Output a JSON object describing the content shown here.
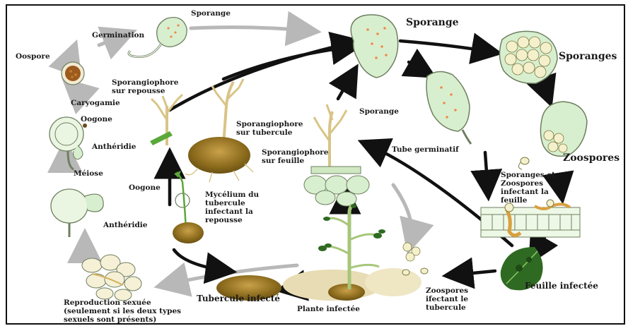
{
  "labels": {
    "sporange_top": "Sporange",
    "germination": "Germination",
    "oospore": "Oospore",
    "caryogamie": "Caryogamie",
    "oogone_1": "Oogone",
    "antheridie_1": "Anthéridie",
    "meiose": "Méiose",
    "oogone_2": "Oogone",
    "antheridie_2": "Anthéridie",
    "reproduction": "Reproduction sexuée\n(seulement si les deux types\nsexuels sont présents)",
    "sporangiophore_repousse": "Sporangiophore\nsur repousse",
    "sporangiophore_tubercule": "Sporangiophore\nsur tubercule",
    "mycelium": "Mycélium du\ntubercule\ninfectant la\nrepousse",
    "tubercule_infecte": "Tubercule infecté",
    "sporange_main": "Sporange",
    "sporange_mid": "Sporange",
    "sporangiophore_feuille": "Sporangiophore\nsur feuille",
    "plante_infectee": "Plante infectée",
    "zoospores_tubercule": "Zoospores\nifectant le\ntubercule",
    "tube_germinatif": "Tube germinatif",
    "sporanges": "Sporanges",
    "zoospores": "Zoospores",
    "sporanges_zoospores": "Sporanges et\nZoospores\ninfectant la\nfeuille",
    "feuille_infectee": "Feuille infectée"
  },
  "colors": {
    "cell_fill": "#d8efcf",
    "cell_stroke": "#6e7f60",
    "spot": "#f08a4a",
    "plant_beige": "#d8c486",
    "tuber": "#8a6a1c",
    "leaf": "#3d7a2a",
    "arrow_black": "#111111",
    "arrow_grey": "#b8b8b8"
  }
}
